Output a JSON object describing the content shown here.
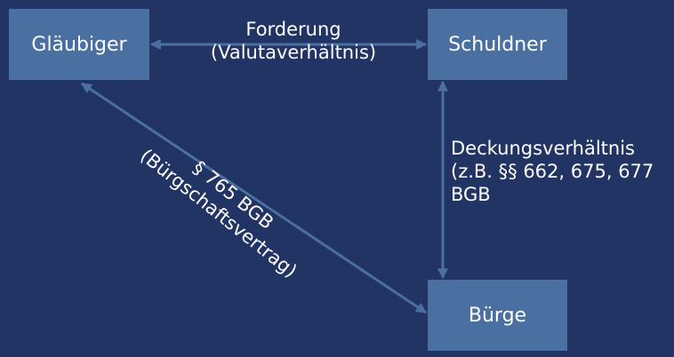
{
  "colors": {
    "background": "#213463",
    "box": "#4a6fa1",
    "arrow": "#4a6fa1",
    "text": "#ffffff"
  },
  "nodes": {
    "glaeubiger": "Gläubiger",
    "schuldner": "Schuldner",
    "buerge": "Bürge"
  },
  "edges": {
    "forderung": {
      "line1": "Forderung",
      "line2": "(Valutaverhältnis)"
    },
    "deckung": {
      "line1": "Deckungsverhältnis",
      "line2": "(z.B. §§ 662, 675, 677",
      "line3": "BGB"
    },
    "buergschaft": {
      "line1": "§ 765 BGB",
      "line2": "(Bürgschaftsvertrag)"
    }
  }
}
